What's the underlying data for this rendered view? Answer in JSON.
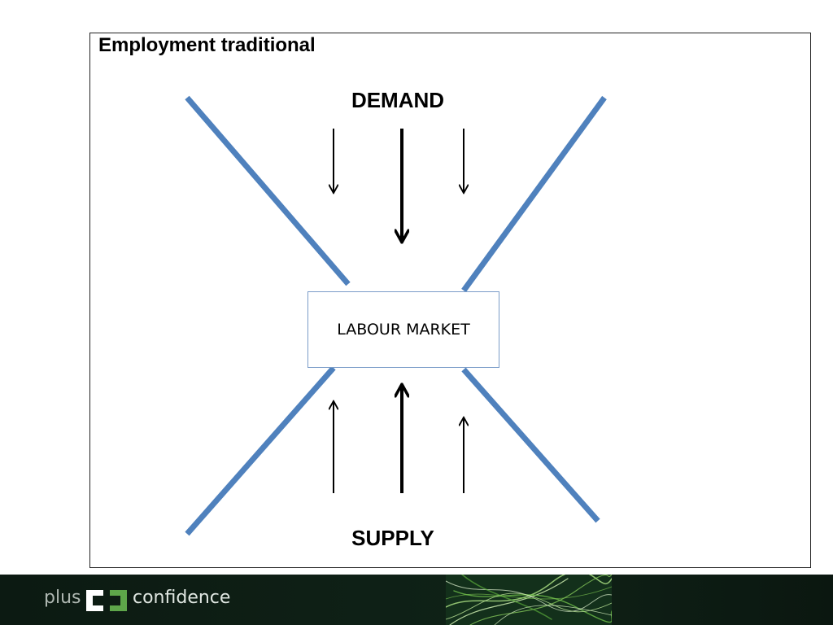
{
  "slide": {
    "title": "Employment traditional"
  },
  "diagram": {
    "top_label": "DEMAND",
    "bottom_label": "SUPPLY",
    "center_label": "LABOUR MARKET",
    "line_color": "#4f81bd",
    "arrow_color": "#000000"
  },
  "footer": {
    "brand_prefix": "plus",
    "brand_name": "confidence",
    "background_color": "#0f2217",
    "mark_colors": [
      "#ffffff",
      "#5ea64a"
    ]
  }
}
